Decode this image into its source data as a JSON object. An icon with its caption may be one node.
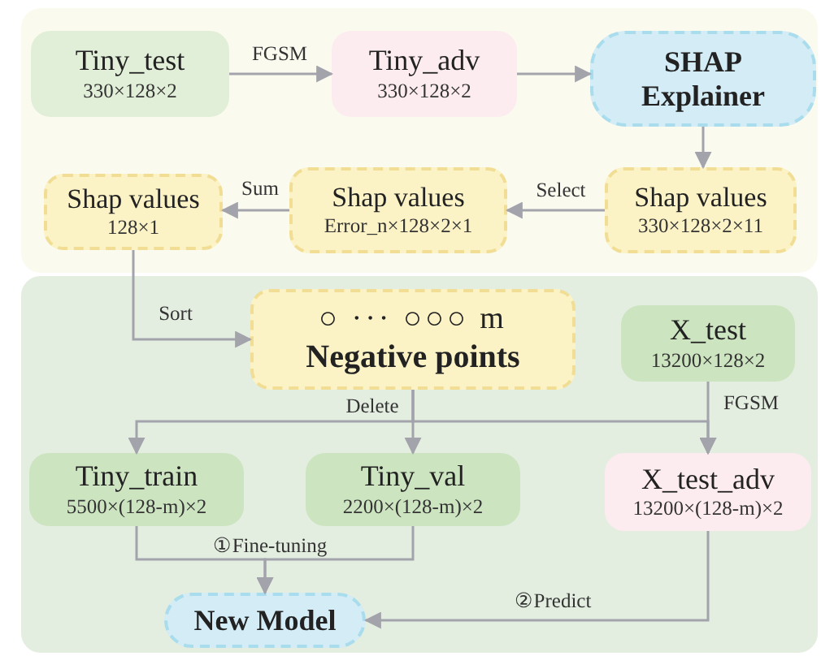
{
  "diagram": {
    "nodes": [
      {
        "text": [],
        "shape": "box"
      },
      {
        "text": [
          "Tiny_test",
          "330×128×2"
        ],
        "in": 0
      },
      {
        "text": [
          "Tiny_adv",
          "330×128×2"
        ],
        "in": 0
      },
      {
        "text": [
          "SHAP Explainer"
        ],
        "in": 0
      },
      {
        "text": [
          "Shap values",
          "330×128×2×11"
        ],
        "in": 0
      },
      {
        "text": [
          "Shap values",
          "Error_n×128×2×1"
        ],
        "in": 0
      },
      {
        "text": [
          "Shap values",
          "128×1"
        ],
        "in": 0
      },
      {
        "text": [],
        "shape": "box"
      },
      {
        "text": [
          "○ ··· ○○○ m",
          "Negative points"
        ],
        "in": 7
      },
      {
        "text": [
          "X_test",
          "13200×128×2"
        ],
        "in": 7
      },
      {
        "text": [
          "Tiny_train",
          "5500×(128-m)×2"
        ],
        "in": 7
      },
      {
        "text": [
          "Tiny_val",
          "2200×(128-m)×2"
        ],
        "in": 7
      },
      {
        "text": [
          "X_test_adv",
          "13200×(128-m)×2"
        ],
        "in": 7
      },
      {
        "text": [
          "New Model"
        ],
        "in": 7
      }
    ],
    "edges": [
      {
        "from": 1,
        "to": 2,
        "arrow": "to",
        "label": "FGSM"
      },
      {
        "from": 2,
        "to": 3,
        "arrow": "to"
      },
      {
        "from": 3,
        "to": 4,
        "arrow": "to"
      },
      {
        "from": 4,
        "to": 5,
        "arrow": "to",
        "label": "Select"
      },
      {
        "from": 5,
        "to": 6,
        "arrow": "to",
        "label": "Sum"
      },
      {
        "from": 6,
        "to": 8,
        "arrow": "to",
        "label": "Sort"
      },
      {
        "from": 8,
        "to": 10,
        "arrow": "to",
        "label": "Delete"
      },
      {
        "from": 8,
        "to": 11,
        "arrow": "to"
      },
      {
        "from": 8,
        "to": 12,
        "arrow": "to"
      },
      {
        "from": 9,
        "to": 12,
        "arrow": "to",
        "label": "FGSM"
      },
      {
        "from": 10,
        "to": 13,
        "arrow": "to",
        "label": "①Fine-tuning"
      },
      {
        "from": 11,
        "to": 13,
        "arrow": "to"
      },
      {
        "from": 12,
        "to": 13,
        "arrow": "to",
        "label": "②Predict"
      }
    ]
  }
}
